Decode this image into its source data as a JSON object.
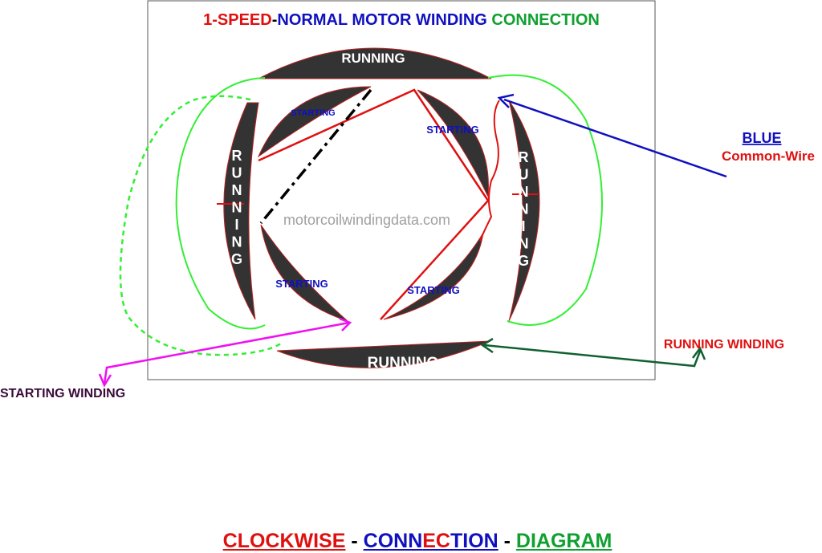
{
  "colors": {
    "red": "#e01010",
    "blue": "#1010c0",
    "green": "#10a030",
    "dark_green": "#106030",
    "magenta": "#f010f0",
    "light_green": "#33ee33",
    "segment_fill": "#333333",
    "dark_purple": "#3a0a3a"
  },
  "title": {
    "part1": "1-SPEED",
    "dash": "-",
    "part2": "NORMAL MOTOR WINDING",
    "part3": "CONNECTION"
  },
  "diagram": {
    "running_top": "RUNNING",
    "running_bottom": "RUNNING",
    "running_left_letters": [
      "R",
      "U",
      "N",
      "N",
      "I",
      "N",
      "G"
    ],
    "running_right_letters": [
      "R",
      "U",
      "N",
      "N",
      "I",
      "N",
      "G"
    ],
    "starting_top_left": "STARTING",
    "starting_top_right": "STARTING",
    "starting_bottom_left": "STARTING",
    "starting_bottom_right": "STARTING",
    "watermark": "motorcoilwindingdata.com"
  },
  "callouts": {
    "blue_label": "BLUE",
    "common_wire": "Common-Wire",
    "running_winding": "RUNNING WINDING",
    "starting_winding": "STARTING WINDING"
  },
  "footer": {
    "clockwise": "CLOCKWISE",
    "sep1": " - ",
    "conn_a": "CONN",
    "conn_b": "EC",
    "conn_c": "TION",
    "sep2": " - ",
    "diagram": "DIAGRAM"
  }
}
